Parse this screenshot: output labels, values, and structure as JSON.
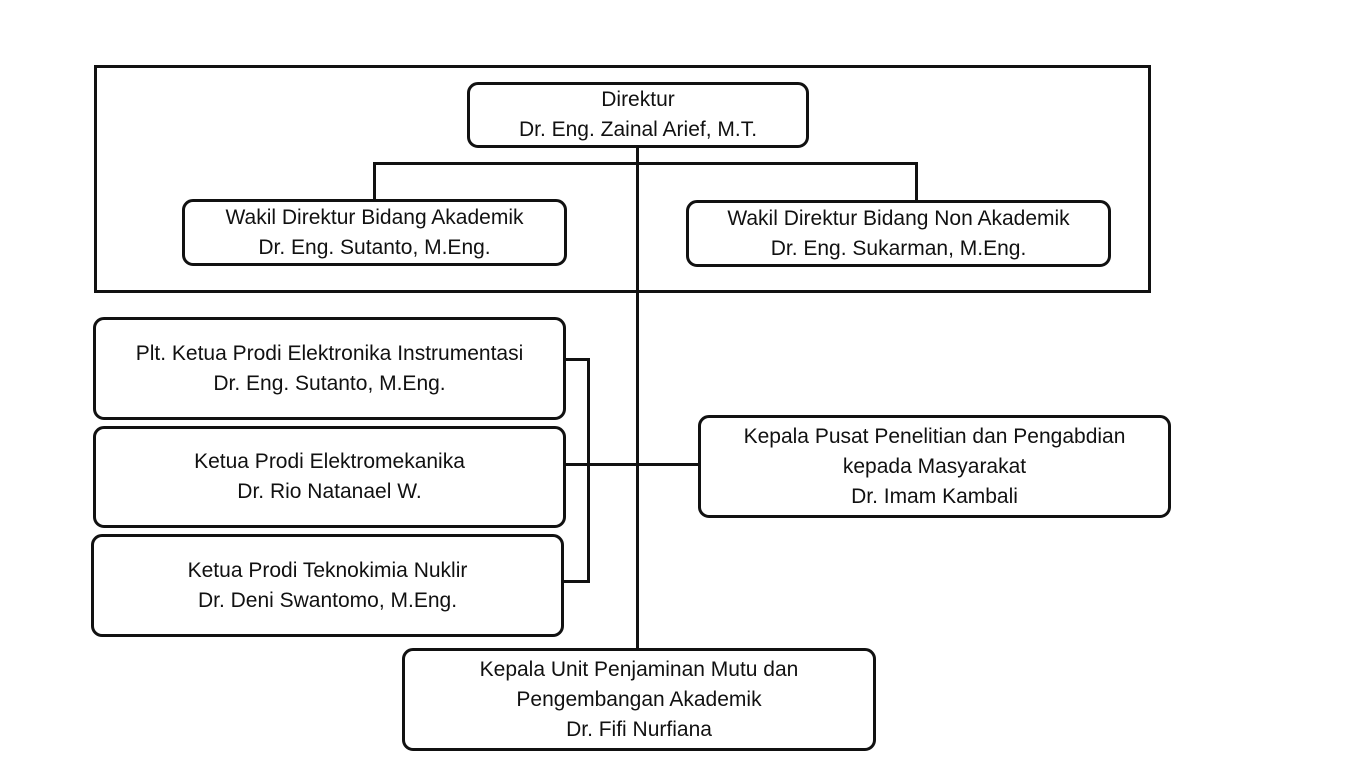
{
  "diagram": {
    "type": "organization-chart",
    "nodes": {
      "direktur": {
        "title": "Direktur",
        "name": "Dr. Eng. Zainal Arief, M.T."
      },
      "wadir_akademik": {
        "title": "Wakil Direktur Bidang Akademik",
        "name": "Dr. Eng. Sutanto, M.Eng."
      },
      "wadir_non_akademik": {
        "title": "Wakil Direktur Bidang Non Akademik",
        "name": "Dr. Eng. Sukarman, M.Eng."
      },
      "prodi_elins": {
        "title": "Plt. Ketua Prodi Elektronika Instrumentasi",
        "name": "Dr. Eng. Sutanto, M.Eng."
      },
      "prodi_elmek": {
        "title": "Ketua Prodi Elektromekanika",
        "name": "Dr. Rio Natanael W."
      },
      "prodi_tkn": {
        "title": "Ketua Prodi Teknokimia Nuklir",
        "name": "Dr. Deni Swantomo, M.Eng."
      },
      "p3m": {
        "title_line1": "Kepala Pusat Penelitian dan Pengabdian",
        "title_line2": "kepada Masyarakat",
        "name": "Dr. Imam Kambali"
      },
      "upm": {
        "title_line1": "Kepala Unit Penjaminan Mutu dan",
        "title_line2": "Pengembangan Akademik",
        "name": "Dr. Fifi Nurfiana"
      }
    },
    "edges": [
      [
        "direktur",
        "wadir_akademik"
      ],
      [
        "direktur",
        "wadir_non_akademik"
      ],
      [
        "direktur",
        "prodi_elins"
      ],
      [
        "direktur",
        "prodi_elmek"
      ],
      [
        "direktur",
        "prodi_tkn"
      ],
      [
        "direktur",
        "p3m"
      ],
      [
        "direktur",
        "upm"
      ]
    ]
  }
}
